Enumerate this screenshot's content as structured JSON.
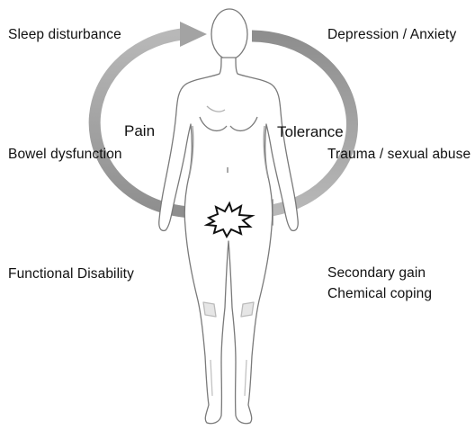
{
  "left_labels": [
    "Sleep disturbance",
    "Bowel dysfunction",
    "Functional Disability"
  ],
  "right_labels": {
    "depression_anxiety": "Depression / Anxiety",
    "trauma": "Trauma / sexual abuse",
    "secondary_gain": "Secondary gain",
    "chemical_coping": "Chemical coping"
  },
  "cycle": {
    "left": "Pain",
    "right": "Tolerance"
  },
  "icons": {
    "body": "human-body-outline-icon",
    "pain": "pain-burst-icon",
    "arrows": "cycle-arrow-icon"
  },
  "colors": {
    "arrow": "#a6a6a6",
    "body_outline": "#7a7a7a",
    "text": "#111111"
  }
}
